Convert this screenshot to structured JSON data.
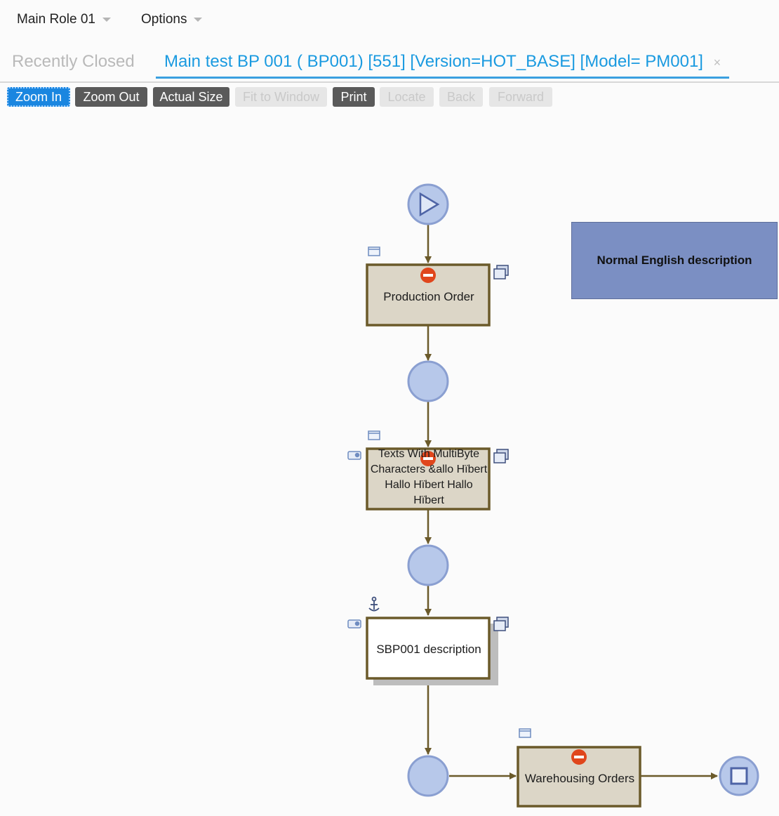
{
  "menu": {
    "role_label": "Main Role 01",
    "options_label": "Options"
  },
  "tabs": {
    "recent_label": "Recently Closed",
    "main_label": "Main test BP 001 ( BP001) [551] [Version=HOT_BASE] [Model= PM001]",
    "close_symbol": "×"
  },
  "toolbar": {
    "zoom_in": "Zoom In",
    "zoom_out": "Zoom Out",
    "actual_size": "Actual Size",
    "fit_to_window": "Fit to Window",
    "print": "Print",
    "locate": "Locate",
    "back": "Back",
    "forward": "Forward"
  },
  "diagram": {
    "steps": [
      {
        "label": "Production Order",
        "shaded": true
      },
      {
        "label": "Texts With MultiByte Characters &allo Hïbert Hallo Hïbert Hallo Hïbert",
        "shaded": true
      },
      {
        "label": "SBP001 description",
        "shaded": false
      },
      {
        "label": "Warehousing Orders",
        "shaded": true
      }
    ],
    "note_text": "Normal English description"
  },
  "colors": {
    "accent": "#1a9ae0",
    "event_fill": "#b7c8ea",
    "event_stroke": "#8a9fd1",
    "task_fill": "#dcd6c7",
    "task_border": "#6b5a2a",
    "flow": "#6b5a2a",
    "block_marker": "#e0461c",
    "note_fill": "#7b8fc3"
  },
  "icons": [
    "dropdown-caret-icon",
    "close-icon",
    "start-play-icon",
    "end-stop-icon",
    "no-entry-icon",
    "window-icon",
    "document-icon",
    "comment-icon",
    "anchor-icon"
  ]
}
